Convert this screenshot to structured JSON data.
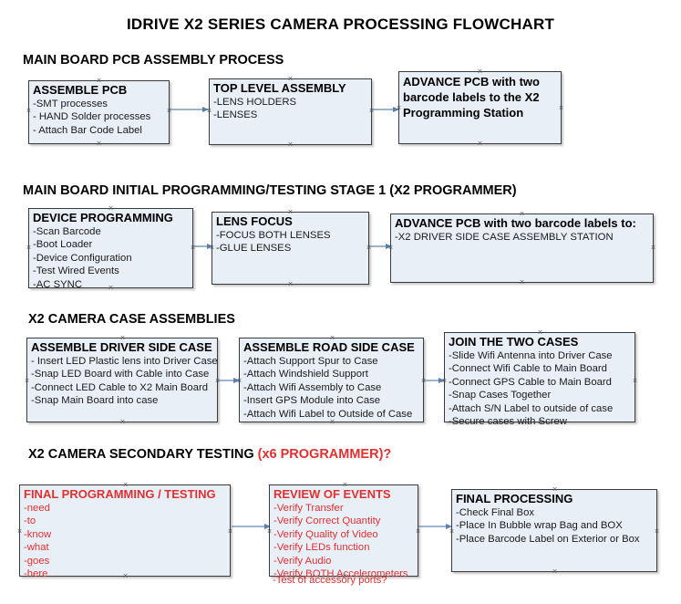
{
  "title": "IDRIVE X2  SERIES CAMERA PROCESSING FLOWCHART",
  "colors": {
    "node_fill": "#e9eff7",
    "node_border": "#3a3a3a",
    "connector": "#7a9cc0",
    "red_text": "#e03030",
    "black_text": "#000000"
  },
  "sections": [
    {
      "id": "main-board-pcb-assembly",
      "heading": "MAIN BOARD PCB ASSEMBLY PROCESS",
      "heading_red": "",
      "nodes": [
        {
          "id": "assemble-pcb",
          "title": "ASSEMBLE PCB",
          "lines": [
            "-SMT processes",
            "- HAND Solder processes",
            "- Attach Bar Code Label"
          ]
        },
        {
          "id": "top-level-assembly",
          "title": "TOP LEVEL ASSEMBLY",
          "lines": [
            "-LENS HOLDERS",
            "-LENSES"
          ]
        },
        {
          "id": "advance-pcb-programming-station",
          "title": "ADVANCE PCB with two barcode labels to the  X2 Programming Station",
          "lines": []
        }
      ]
    },
    {
      "id": "main-board-initial-programming",
      "heading": "MAIN BOARD INITIAL PROGRAMMING/TESTING STAGE 1 (X2 PROGRAMMER)",
      "heading_red": "",
      "nodes": [
        {
          "id": "device-programming",
          "title": "DEVICE PROGRAMMING",
          "lines": [
            "-Scan Barcode",
            "-Boot Loader",
            "-Device Configuration",
            "-Test Wired Events",
            "-AC SYNC"
          ]
        },
        {
          "id": "lens-focus",
          "title": "LENS FOCUS",
          "lines": [
            "-FOCUS BOTH LENSES",
            "-GLUE LENSES"
          ]
        },
        {
          "id": "advance-pcb-driver-side-case",
          "title": "ADVANCE PCB with two barcode labels to:",
          "lines": [
            "-X2 DRIVER  SIDE  CASE  ASSEMBLY STATION"
          ]
        }
      ]
    },
    {
      "id": "x2-camera-case-assemblies",
      "heading": "X2 CAMERA CASE ASSEMBLIES",
      "heading_red": "",
      "nodes": [
        {
          "id": "assemble-driver-side-case",
          "title": "ASSEMBLE DRIVER SIDE CASE",
          "lines": [
            "- Insert LED Plastic lens into Driver Case",
            "-Snap LED Board with Cable into Case",
            "-Connect LED Cable to X2 Main Board",
            "-Snap Main Board into case"
          ]
        },
        {
          "id": "assemble-road-side-case",
          "title": "ASSEMBLE ROAD SIDE CASE",
          "lines": [
            "-Attach Support Spur to Case",
            "-Attach Windshield Support",
            "-Attach Wifi Assembly to Case",
            "-Insert GPS Module into Case",
            "-Attach Wifi Label to Outside of Case"
          ]
        },
        {
          "id": "join-the-two-cases",
          "title": "JOIN THE TWO CASES",
          "lines": [
            "-Slide Wifi Antenna into Driver Case",
            "-Connect Wifi Cable to Main Board",
            "-Connect GPS Cable to Main Board",
            "-Snap Cases Together",
            "-Attach S/N Label to outside of case",
            "-Secure cases with Screw"
          ]
        }
      ]
    },
    {
      "id": "x2-camera-secondary-testing",
      "heading": "X2 CAMERA SECONDARY TESTING ",
      "heading_red": "(x6 PROGRAMMER)?",
      "nodes": [
        {
          "id": "final-programming-testing",
          "title": "FINAL PROGRAMMING / TESTING",
          "lines": [
            "-need",
            "-to",
            "-know",
            "-what",
            "-goes",
            "-here"
          ]
        },
        {
          "id": "review-of-events",
          "title": "REVIEW OF EVENTS",
          "lines": [
            "-Verify Transfer",
            "-Verify Correct Quantity",
            "-Verify Quality of Video",
            "-Verify LEDs function",
            "-Verify Audio",
            "-Verify BOTH Accelerometers"
          ],
          "overflow_line": "-Test of accessory ports?"
        },
        {
          "id": "final-processing",
          "title": "FINAL PROCESSING",
          "lines": [
            " -Check Final Box",
            "-Place In Bubble wrap Bag and BOX",
            "-Place Barcode Label on Exterior or Box"
          ]
        }
      ]
    }
  ],
  "handle_glyph": "×"
}
